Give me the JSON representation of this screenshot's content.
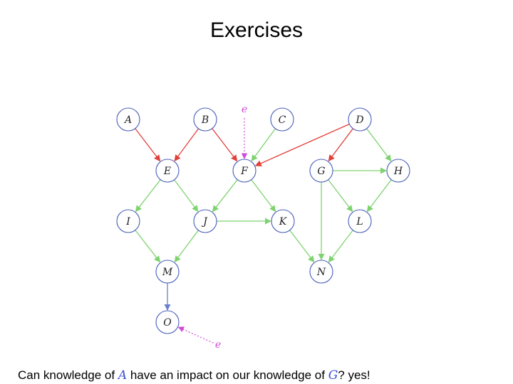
{
  "slide": {
    "title": "Exercises"
  },
  "graph": {
    "nodes": [
      {
        "id": "A",
        "label": "A"
      },
      {
        "id": "B",
        "label": "B"
      },
      {
        "id": "C",
        "label": "C"
      },
      {
        "id": "D",
        "label": "D"
      },
      {
        "id": "E",
        "label": "E"
      },
      {
        "id": "F",
        "label": "F"
      },
      {
        "id": "G",
        "label": "G"
      },
      {
        "id": "H",
        "label": "H"
      },
      {
        "id": "I",
        "label": "I"
      },
      {
        "id": "J",
        "label": "J"
      },
      {
        "id": "K",
        "label": "K"
      },
      {
        "id": "L",
        "label": "L"
      },
      {
        "id": "M",
        "label": "M"
      },
      {
        "id": "N",
        "label": "N"
      },
      {
        "id": "O",
        "label": "O"
      }
    ],
    "evidence_label": "e",
    "edges": [
      {
        "from": "A",
        "to": "E",
        "color": "red"
      },
      {
        "from": "B",
        "to": "E",
        "color": "red"
      },
      {
        "from": "B",
        "to": "F",
        "color": "red"
      },
      {
        "from": "D",
        "to": "F",
        "color": "red"
      },
      {
        "from": "D",
        "to": "G",
        "color": "red"
      },
      {
        "from": "C",
        "to": "F",
        "color": "green"
      },
      {
        "from": "D",
        "to": "H",
        "color": "green"
      },
      {
        "from": "E",
        "to": "I",
        "color": "green"
      },
      {
        "from": "E",
        "to": "J",
        "color": "green"
      },
      {
        "from": "F",
        "to": "J",
        "color": "green"
      },
      {
        "from": "F",
        "to": "K",
        "color": "green"
      },
      {
        "from": "G",
        "to": "H",
        "color": "green"
      },
      {
        "from": "G",
        "to": "L",
        "color": "green"
      },
      {
        "from": "G",
        "to": "N",
        "color": "green"
      },
      {
        "from": "H",
        "to": "L",
        "color": "green"
      },
      {
        "from": "I",
        "to": "M",
        "color": "green"
      },
      {
        "from": "J",
        "to": "K",
        "color": "green"
      },
      {
        "from": "J",
        "to": "M",
        "color": "green"
      },
      {
        "from": "K",
        "to": "N",
        "color": "green"
      },
      {
        "from": "L",
        "to": "N",
        "color": "green"
      },
      {
        "from": "M",
        "to": "O",
        "color": "blue"
      }
    ],
    "evidence_edges": [
      {
        "target": "F"
      },
      {
        "target": "O"
      }
    ],
    "colors": {
      "node_stroke": "#4a5fb8",
      "node_text": "#222222",
      "red": "#e0413a",
      "green": "#7ed36e",
      "blue": "#6a7fd0",
      "evidence": "#d04ad8"
    }
  },
  "caption": {
    "prefix": "Can knowledge of ",
    "var1": "A",
    "middle": " have an impact on our knowledge of ",
    "var2": "G",
    "suffix": "? yes!"
  }
}
